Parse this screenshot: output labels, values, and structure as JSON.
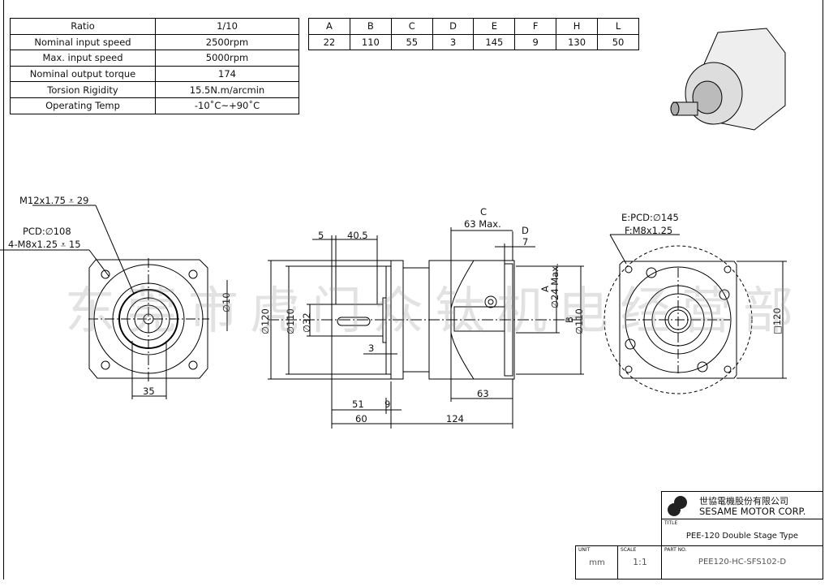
{
  "spec_table": [
    {
      "label": "Ratio",
      "value": "1/10"
    },
    {
      "label": "Nominal input speed",
      "value": "2500rpm"
    },
    {
      "label": "Max. input speed",
      "value": "5000rpm"
    },
    {
      "label": "Nominal output torque",
      "value": "174"
    },
    {
      "label": "Torsion Rigidity",
      "value": "15.5N.m/arcmin"
    },
    {
      "label": "Operating Temp",
      "value": "-10˚C~+90˚C"
    }
  ],
  "dim_table": {
    "headers": [
      "A",
      "B",
      "C",
      "D",
      "E",
      "F",
      "H",
      "L"
    ],
    "values": [
      "22",
      "110",
      "55",
      "3",
      "145",
      "9",
      "130",
      "50"
    ]
  },
  "front_view": {
    "thread": "M12x1.75 ⩡ 29",
    "pcd": "PCD:∅108",
    "holes": "4-M8x1.25 ⩡ 15",
    "shaft_dia": "∅10",
    "width": "35"
  },
  "side_view": {
    "d120": "∅120",
    "d110": "∅110",
    "d32": "∅32",
    "dim5": "5",
    "dim40_5": "40.5",
    "dim3": "3",
    "dim51": "51",
    "dim9": "9",
    "dim60": "60",
    "dim124": "124",
    "C": "C",
    "c_val": "63 Max.",
    "D": "D",
    "d_val": "7",
    "A": "A",
    "a_val": "∅24 Max.",
    "B": "B",
    "b_val": "∅110",
    "dim63": "63"
  },
  "rear_view": {
    "pcd": "E:PCD:∅145",
    "thread": "F:M8x1.25",
    "square": "□120"
  },
  "watermark": "东莞市虎门众钛机电经营部",
  "title_block": {
    "company_cn": "世協電機股份有限公司",
    "company_en": "SESAME MOTOR CORP.",
    "title_label": "TITLE",
    "title": "PEE-120 Double Stage Type",
    "unit_label": "UNIT",
    "unit": "mm",
    "scale_label": "SCALE",
    "scale": "1:1",
    "part_label": "PART NO.",
    "part": "PEE120-HC-SFS102-D"
  }
}
